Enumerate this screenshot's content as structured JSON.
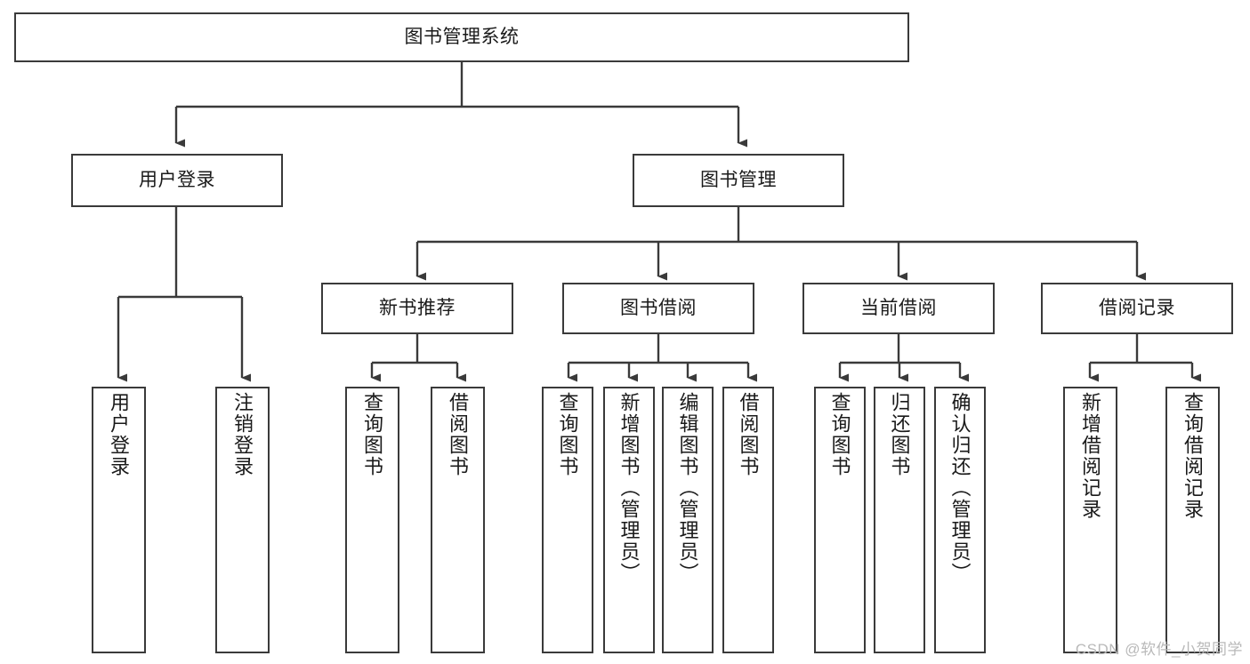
{
  "diagram": {
    "title": "图书管理系统",
    "type": "tree",
    "orientation": "top-down",
    "colors": {
      "background": "#ffffff",
      "node_border": "#3a3a3a",
      "node_fill": "#ffffff",
      "connector": "#3a3a3a",
      "text": "#1a1a1a",
      "watermark": "#b9b9b9"
    },
    "root": {
      "id": "root",
      "label": "图书管理系统"
    },
    "level1": [
      {
        "id": "user-login",
        "label": "用户登录"
      },
      {
        "id": "book-manage",
        "label": "图书管理"
      }
    ],
    "level2": [
      {
        "id": "new-book-rec",
        "label": "新书推荐",
        "parent": "book-manage"
      },
      {
        "id": "book-borrow",
        "label": "图书借阅",
        "parent": "book-manage"
      },
      {
        "id": "current-borrow",
        "label": "当前借阅",
        "parent": "book-manage"
      },
      {
        "id": "borrow-record",
        "label": "借阅记录",
        "parent": "book-manage"
      }
    ],
    "leaves": [
      {
        "id": "leaf-user-login",
        "label": "用户登录",
        "parent": "user-login"
      },
      {
        "id": "leaf-user-logout",
        "label": "注销登录",
        "parent": "user-login"
      },
      {
        "id": "leaf-query-book-1",
        "label": "查询图书",
        "parent": "new-book-rec"
      },
      {
        "id": "leaf-borrow-book-1",
        "label": "借阅图书",
        "parent": "new-book-rec"
      },
      {
        "id": "leaf-query-book-2",
        "label": "查询图书",
        "parent": "book-borrow"
      },
      {
        "id": "leaf-add-book",
        "label": "新增图书（管理员）",
        "parent": "book-borrow"
      },
      {
        "id": "leaf-edit-book",
        "label": "编辑图书（管理员）",
        "parent": "book-borrow"
      },
      {
        "id": "leaf-borrow-book-2",
        "label": "借阅图书",
        "parent": "book-borrow"
      },
      {
        "id": "leaf-query-book-3",
        "label": "查询图书",
        "parent": "current-borrow"
      },
      {
        "id": "leaf-return-book",
        "label": "归还图书",
        "parent": "current-borrow"
      },
      {
        "id": "leaf-confirm-return",
        "label": "确认归还（管理员）",
        "parent": "current-borrow"
      },
      {
        "id": "leaf-add-record",
        "label": "新增借阅记录",
        "parent": "borrow-record"
      },
      {
        "id": "leaf-query-record",
        "label": "查询借阅记录",
        "parent": "borrow-record"
      }
    ],
    "watermark": "CSDN @软件_小贺同学"
  }
}
